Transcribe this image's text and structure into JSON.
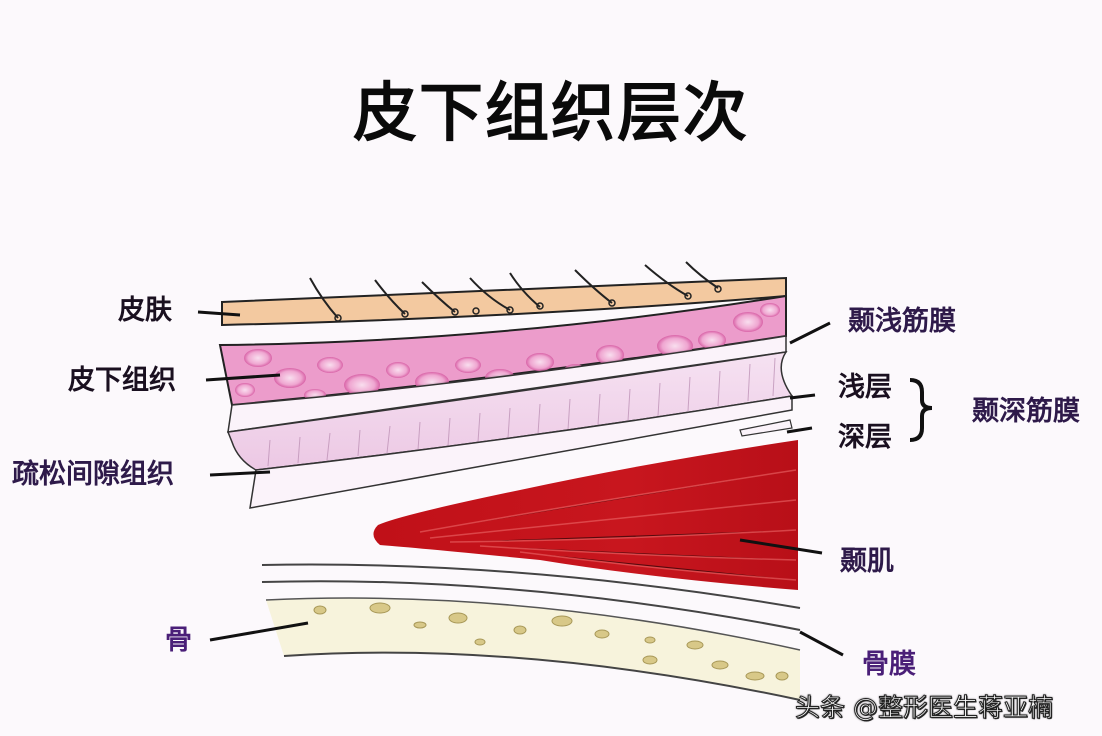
{
  "title": "皮下组织层次",
  "labels": {
    "skin": "皮肤",
    "subcutaneous": "皮下组织",
    "loose_areolar": "疏松间隙组织",
    "bone": "骨",
    "superficial_temporal_fascia": "颞浅筋膜",
    "superficial_layer": "浅层",
    "deep_layer": "深层",
    "deep_temporal_fascia": "颞深筋膜",
    "temporalis_muscle": "颞肌",
    "periosteum": "骨膜"
  },
  "watermark": "头条 @整形医生蒋亚楠",
  "colors": {
    "background": "#fcf9fc",
    "skin": "#f3c9a0",
    "subcutaneous": "#e58cc0",
    "loose_tissue": "#f2d6ec",
    "muscle": "#c3141c",
    "bone": "#f7f3dc",
    "line": "#111111"
  }
}
